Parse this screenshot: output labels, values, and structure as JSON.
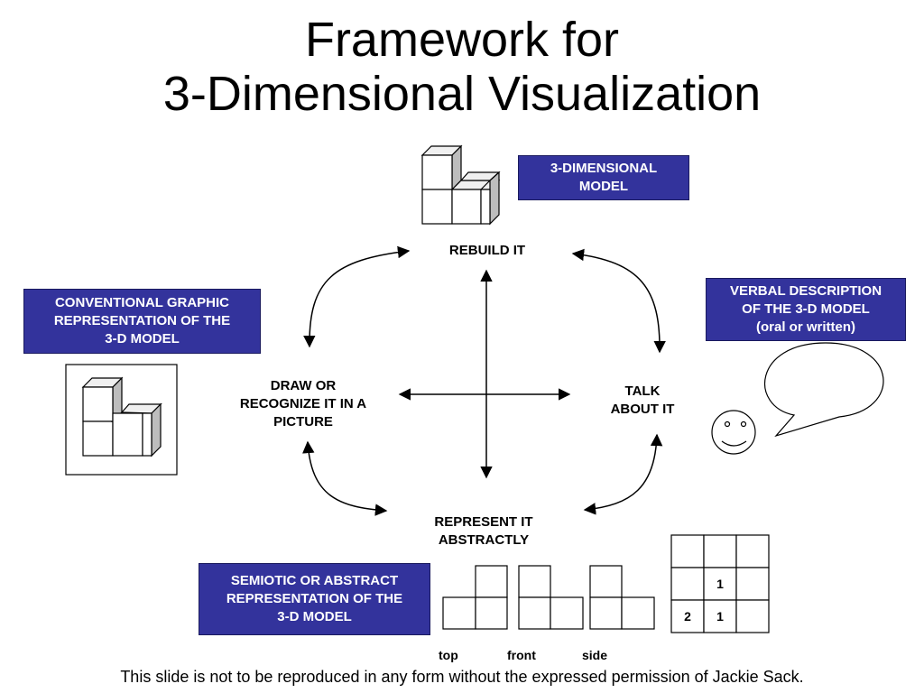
{
  "title": {
    "line1": "Framework for",
    "line2": "3-Dimensional Visualization"
  },
  "boxes": {
    "model": {
      "line1": "3-DIMENSIONAL",
      "line2": "MODEL"
    },
    "conventional": {
      "line1": "CONVENTIONAL GRAPHIC",
      "line2": "REPRESENTATION OF THE",
      "line3": "3-D MODEL"
    },
    "verbal": {
      "line1": "VERBAL DESCRIPTION",
      "line2": "OF THE 3-D MODEL",
      "line3": "(oral or written)"
    },
    "semiotic": {
      "line1": "SEMIOTIC OR ABSTRACT",
      "line2": "REPRESENTATION OF THE",
      "line3": "3-D MODEL"
    }
  },
  "nodes": {
    "rebuild": "REBUILD IT",
    "draw": {
      "line1": "DRAW OR",
      "line2": "RECOGNIZE IT IN A",
      "line3": "PICTURE"
    },
    "talk": {
      "line1": "TALK",
      "line2": "ABOUT IT"
    },
    "represent": {
      "line1": "REPRESENT IT",
      "line2": "ABSTRACTLY"
    }
  },
  "views": {
    "top": "top",
    "front": "front",
    "side": "side"
  },
  "grid_values": {
    "r2c2": "1",
    "r3c1": "2",
    "r3c2": "1"
  },
  "footer": "This slide is not to be reproduced in any form without the expressed permission of Jackie Sack."
}
